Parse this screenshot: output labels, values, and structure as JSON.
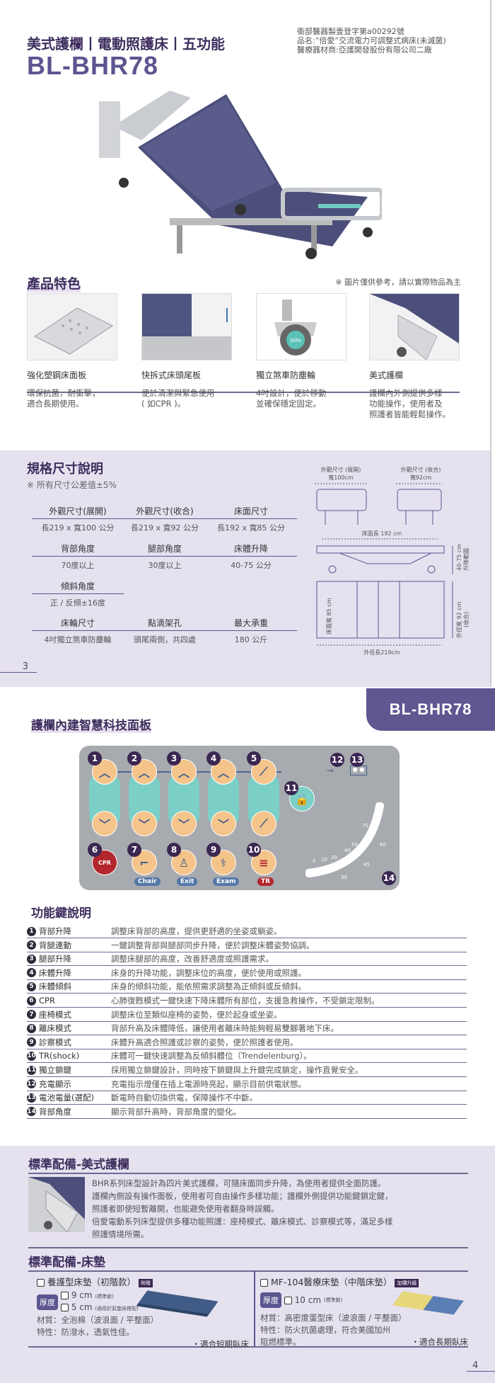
{
  "page3": {
    "title": "美式護欄丨電動照護床丨五功能",
    "model": "BL-BHR78",
    "registration": [
      "衛部醫器製壹登字第a00292號",
      "品名:”倍愛”交流電力可調整式病床(未滅菌)",
      "醫療器材商:亞護開發股份有限公司二廠"
    ],
    "features_title": "產品特色",
    "features_note": "※ 圖片僅供參考，請以實際物品為主",
    "features": [
      {
        "label": "強化塑鋼床面板",
        "desc": [
          "環保抗菌，耐衝擊，",
          "適合長期使用。"
        ]
      },
      {
        "label": "快拆式床頭尾板",
        "desc": [
          "便於清潔與緊急使用",
          "( 如CPR )。"
        ]
      },
      {
        "label": "獨立煞車防塵輪",
        "desc": [
          "4吋設計，便於移動",
          "並確保穩定固定。"
        ],
        "wheel_logo": "blife"
      },
      {
        "label": "美式護欄",
        "desc": [
          "護欄內外側提供多樣",
          "功能操作，使用者及",
          "照護者皆能輕鬆操作。"
        ]
      }
    ],
    "spec_title": "規格尺寸說明",
    "spec_note": "※ 所有尺寸公差值±5%",
    "specs": [
      {
        "k": "外觀尺寸(展開)",
        "v": "長219 x 寬100 公分"
      },
      {
        "k": "外觀尺寸(收合)",
        "v": "長219 x 寬92 公分"
      },
      {
        "k": "床面尺寸",
        "v": "長192 x 寬85 公分"
      },
      {
        "k": "背部角度",
        "v": "70度以上"
      },
      {
        "k": "腿部角度",
        "v": "30度以上"
      },
      {
        "k": "床體升降",
        "v": "40-75 公分"
      },
      {
        "k": "傾斜角度",
        "v": "正 / 反傾±16度"
      },
      {
        "k": "床輪尺寸",
        "v": "4吋獨立煞車防塵輪"
      },
      {
        "k": "點滴架孔",
        "v": "頭尾兩側，共四處"
      },
      {
        "k": "最大承重",
        "v": "180 公斤"
      }
    ],
    "diagram": {
      "open_label": "外觀尺寸 (展開)",
      "open_width": "寬100cm",
      "closed_label": "外觀尺寸 (收合)",
      "closed_width": "寬92cm",
      "surface_length": "床面長 192 cm",
      "lift_range": "40-75 cm",
      "lift_label": "升降範圍",
      "surface_width": "床面寬 85 cm",
      "outer_width": "外徑寬 92 cm",
      "outer_width_note": "(收合)",
      "outer_length": "外徑長219cm"
    },
    "page_number": "3"
  },
  "page4": {
    "model": "BL-BHR78",
    "panel_title": "護欄內建智慧科技面板",
    "panel": {
      "numbers": [
        "1",
        "2",
        "3",
        "4",
        "5",
        "6",
        "7",
        "8",
        "9",
        "10",
        "11",
        "12",
        "13",
        "14"
      ],
      "cpr": "CPR",
      "modes": [
        "Chair",
        "Exit",
        "Exam",
        "TR"
      ],
      "angle_ticks": [
        "0",
        "10",
        "20",
        "40",
        "50",
        "70",
        "30",
        "45",
        "60"
      ]
    },
    "func_title": "功能鍵說明",
    "functions": [
      {
        "n": "1",
        "t": "背部升降",
        "d": "調整床背部的高度，提供更舒適的坐姿或躺姿。"
      },
      {
        "n": "2",
        "t": "背腿連動",
        "d": "一鍵調整背部與腿部同步升降，便於調整床體姿勢協調。"
      },
      {
        "n": "3",
        "t": "腿部升降",
        "d": "調整床腿部的高度，改善舒適度或照護需求。"
      },
      {
        "n": "4",
        "t": "床體升降",
        "d": "床身的升降功能，調整床位的高度，便於使用或照護。"
      },
      {
        "n": "5",
        "t": "床體傾斜",
        "d": "床身的傾斜功能，能依照需求調整為正傾斜或反傾斜。"
      },
      {
        "n": "6",
        "t": "CPR",
        "d": "心肺復甦模式一鍵快速下降床體所有部位，支援急救操作，不受鎖定限制。"
      },
      {
        "n": "7",
        "t": "座椅模式",
        "d": "調整床位至類似座椅的姿勢，便於起身或坐姿。"
      },
      {
        "n": "8",
        "t": "離床模式",
        "d": "背部升高及床體降低，讓使用者離床時能夠輕易雙腳著地下床。"
      },
      {
        "n": "9",
        "t": "診察模式",
        "d": "床體升高適合照護或診察的姿勢，便於照護者使用。"
      },
      {
        "n": "10",
        "t": "TR(shock)",
        "d": "床體可一鍵快速調整為反傾斜體位（Trendelenburg）。"
      },
      {
        "n": "11",
        "t": "獨立鎖鍵",
        "d": "採用獨立鎖鍵設計，同時按下鎖鍵與上升鍵完成鎖定，操作直覺安全。"
      },
      {
        "n": "12",
        "t": "充電顯示",
        "d": "充電指示燈僅在插上電源時亮起，顯示目前供電狀態。"
      },
      {
        "n": "13",
        "t": "電池電量(選配)",
        "d": "斷電時自動切換供電，保障操作不中斷。"
      },
      {
        "n": "14",
        "t": "背部角度",
        "d": "顯示背部升高時，背部角度的變化。"
      }
    ],
    "rail_title": "標準配備-美式護欄",
    "rail_text": [
      "BHR系列床型設計為四片美式護欄，可隨床面同步升降，為使用者提供全面防護。",
      "護欄內側設有操作面板，使用者可自由操作多樣功能；護欄外側提供功能鍵鎖定鍵，",
      "照護者即使短暫離開，也能避免使用者翻身時誤觸。",
      "倍愛電動系列床型提供多種功能照護：座椅模式、離床模式、診察模式等，滿足多樣",
      "照護情境所需。"
    ],
    "mattress_title": "標準配備-床墊",
    "mattress": [
      {
        "name": "養護型床墊（初階款）",
        "badge": "附贈",
        "thickness_label": "厚度",
        "options": [
          {
            "v": "9 cm",
            "note": "(標準款)"
          },
          {
            "v": "5 cm",
            "note": "(適用於氣墊床搭配)"
          }
        ],
        "material": "材質：全泡棉（波浪面 / 平整面）",
        "feature": [
          "特性：防潑水，透氣性佳。"
        ],
        "suit": "・適合短期臥床"
      },
      {
        "name": "MF-104醫療床墊（中階床墊）",
        "badge": "加價升級",
        "thickness_label": "厚度",
        "options": [
          {
            "v": "10 cm",
            "note": "(標準款)"
          }
        ],
        "material": "材質：高密度蛋型床（波浪面 / 平整面）",
        "feature": [
          "特性：防火抗菌處理，符合美國加州",
          "阻燃標準。"
        ],
        "suit": "・適合長期臥床"
      }
    ],
    "page_number": "4"
  },
  "colors": {
    "accent": "#5b5590",
    "lavender": "#e6e1ef",
    "heading": "#3e2e5e",
    "orange": "#f5c48b",
    "teal": "#7ccfc6",
    "panel": "#a7aaae"
  }
}
